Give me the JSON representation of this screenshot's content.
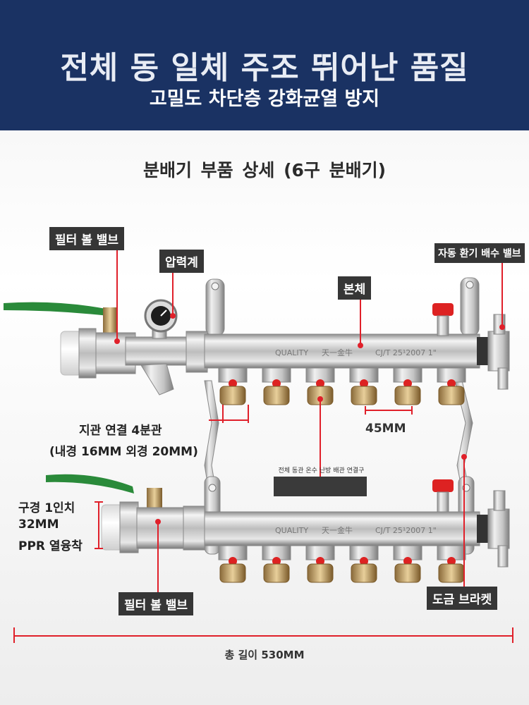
{
  "header": {
    "title": "전체 동 일체 주조 뛰어난 품질",
    "subtitle": "고밀도 차단층 강화균열 방지"
  },
  "section_title": "분배기 부품 상세 (6구 분배기)",
  "labels": {
    "filter_ball_valve_top": "필터 볼 밸브",
    "pressure_gauge": "압력계",
    "body": "본체",
    "auto_vent_drain_valve": "자동 환기 배수 밸브",
    "branch_connection": "지관 연결 4분관",
    "branch_diameter": "(내경 16MM 외경 20MM)",
    "spacing": "45MM",
    "plate_text": "전체 동관 온수 난방 배관 연결구",
    "inlet_size_line1": "구경 1인치",
    "inlet_size_line2": "32MM",
    "inlet_size_line3": "PPR 열융착",
    "filter_ball_valve_bottom": "필터 볼 밸브",
    "plated_bracket": "도금 브라켓",
    "total_length": "총 길이 530MM"
  },
  "engraving": {
    "quality": "QUALITY",
    "brand": "天一金牛",
    "standard": "CJ/T 25¹2007 1\""
  },
  "colors": {
    "header_bg": "#1a3263",
    "label_box_bg": "#363636",
    "pointer_line": "#e0202a",
    "valve_handle": "#2a8a3a"
  }
}
